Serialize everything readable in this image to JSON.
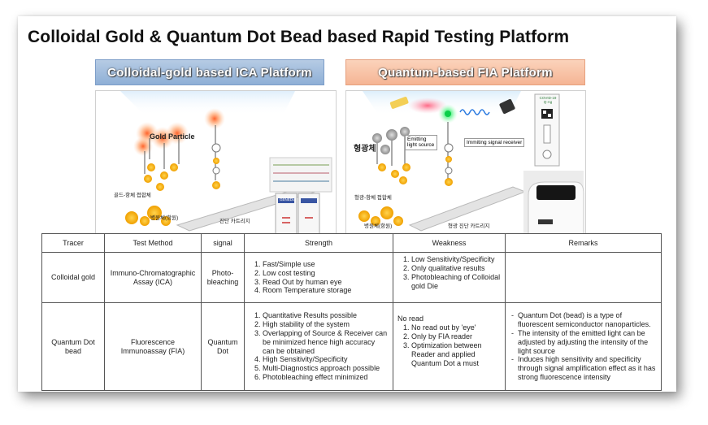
{
  "slide": {
    "title": "Colloidal Gold & Quantum Dot Bead based Rapid Testing Platform"
  },
  "platforms": {
    "ica": {
      "header": "Colloidal-gold based ICA Platform",
      "label_gold_particle": "Gold Particle",
      "label_conjugate": "골드-항체 접합체",
      "label_pathogen": "병원체(항원)",
      "label_cartridge": "진단 카트리지",
      "product_brand": "GENEDIA",
      "color": "#9fbbe0"
    },
    "fia": {
      "header": "Quantum-based FIA Platform",
      "label_fluor": "형광체",
      "label_emitting": "Emitting light source",
      "label_receiver": "Immiting signal receiver",
      "label_conjugate": "형광-항체 접합체",
      "label_pathogen": "병원체(항원)",
      "label_cartridge": "형광 진단 카트리지",
      "product_text": "COVID-19 Q-Ag",
      "color": "#f8c4a5"
    }
  },
  "table": {
    "headers": [
      "Tracer",
      "Test Method",
      "signal",
      "Strength",
      "Weakness",
      "Remarks"
    ],
    "rows": [
      {
        "tracer": "Colloidal gold",
        "method": "Immuno-Chromatographic Assay (ICA)",
        "signal": "Photo-bleaching",
        "strength": [
          "Fast/Simple use",
          "Low cost testing",
          "Read Out by human eye",
          "Room Temperature storage"
        ],
        "weakness_intro": "",
        "weakness": [
          "Low Sensitivity/Specificity",
          "Only qualitative results",
          "Photobleaching of Colloidal gold Die"
        ],
        "remarks": []
      },
      {
        "tracer": "Quantum Dot bead",
        "method": "Fluorescence Immunoassay (FIA)",
        "signal": "Quantum Dot",
        "strength": [
          "Quantitative Results possible",
          "High stability of the system",
          "Overlapping of Source & Receiver can be minimized hence high accuracy can be obtained",
          "High Sensitivity/Specificity",
          "Multi-Diagnostics approach possible",
          "Photobleaching effect minimized"
        ],
        "weakness_intro": "No read",
        "weakness": [
          "No read out by 'eye'",
          "Only by FIA reader",
          "Optimization between Reader and applied Quantum Dot a must"
        ],
        "remarks": [
          "Quantum Dot (bead) is a type of fluorescent semiconductor nanoparticles.",
          "The intensity of the emitted light can be adjusted by adjusting the intensity of the light source",
          "Induces high sensitivity and specificity through signal amplification effect as it has strong fluorescence intensity"
        ]
      }
    ]
  }
}
